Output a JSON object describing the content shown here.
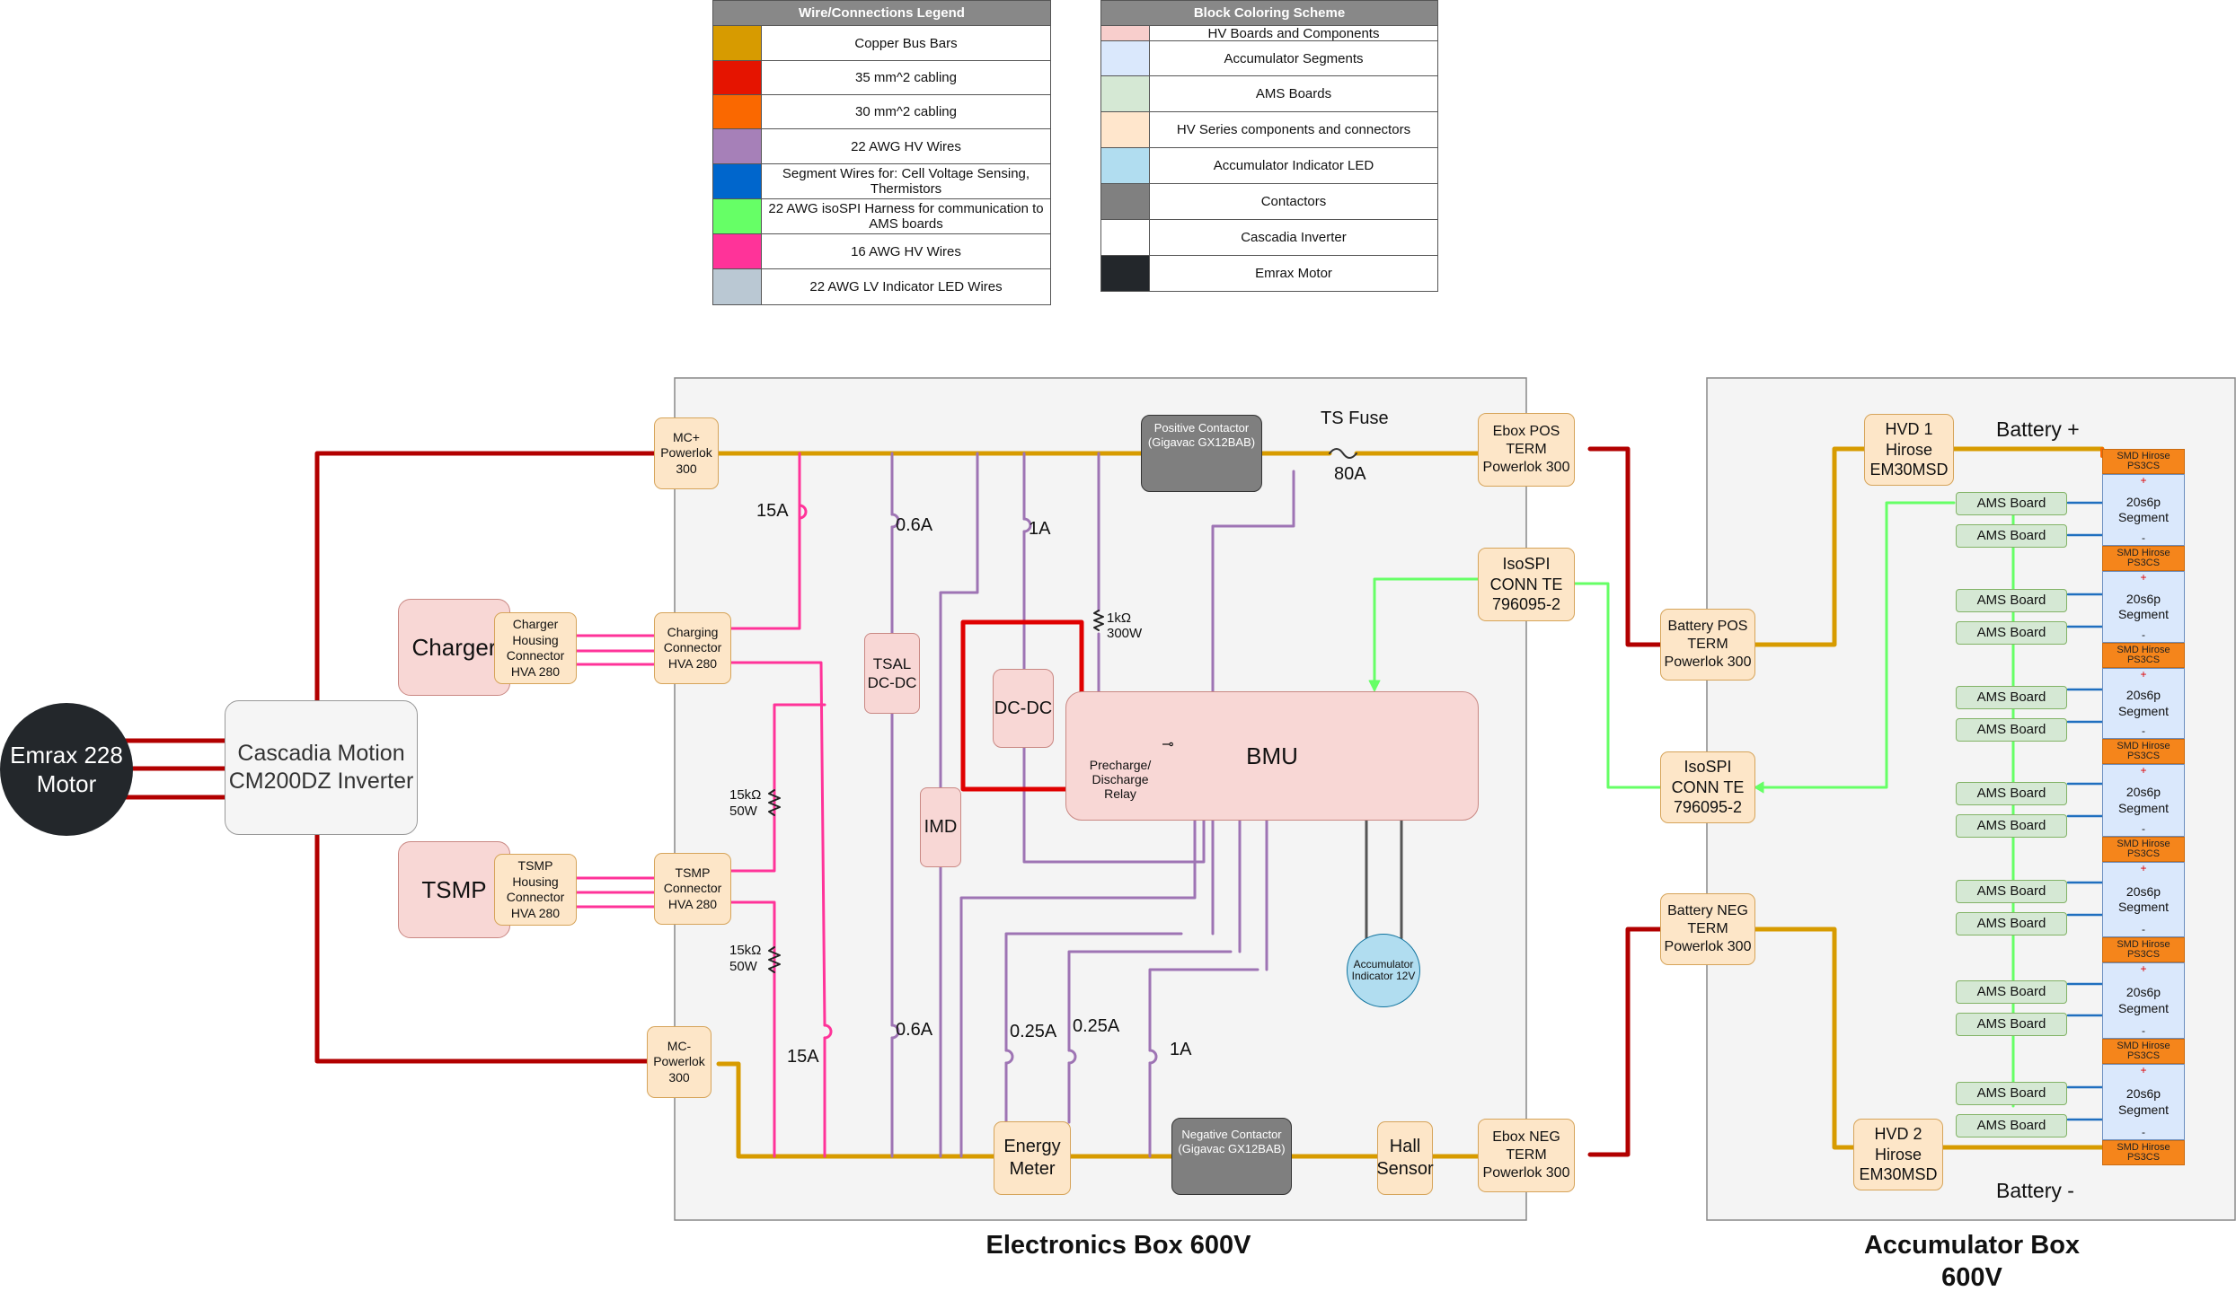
{
  "wire_legend": {
    "title": "Wire/Connections Legend",
    "items": [
      {
        "color": "#d79b00",
        "label": "Copper Bus Bars"
      },
      {
        "color": "#e51400",
        "label": "35 mm^2 cabling"
      },
      {
        "color": "#fa6800",
        "label": "30 mm^2 cabling"
      },
      {
        "color": "#a680b8",
        "label": "22 AWG HV Wires"
      },
      {
        "color": "#0066cc",
        "label": "Segment Wires for: Cell Voltage Sensing, Thermistors"
      },
      {
        "color": "#66ff66",
        "label": "22 AWG isoSPI Harness for communication to AMS boards"
      },
      {
        "color": "#ff3399",
        "label": "16 AWG HV Wires"
      },
      {
        "color": "#bac8d3",
        "label": "22 AWG LV Indicator LED Wires"
      }
    ]
  },
  "block_legend": {
    "title": "Block Coloring Scheme",
    "items": [
      {
        "color": "#f8cecc",
        "label": "HV Boards and Components"
      },
      {
        "color": "#dae8fc",
        "label": "Accumulator Segments"
      },
      {
        "color": "#d5e8d4",
        "label": "AMS Boards"
      },
      {
        "color": "#ffe6cc",
        "label": "HV Series components and connectors"
      },
      {
        "color": "#b1ddf0",
        "label": "Accumulator Indicator LED"
      },
      {
        "color": "#808080",
        "label": "Contactors"
      },
      {
        "color": "#ffffff",
        "label": "Cascadia Inverter"
      },
      {
        "color": "#23272b",
        "label": "Emrax Motor"
      }
    ]
  },
  "motor": {
    "label": "Emrax 228 Motor"
  },
  "inverter": {
    "label": "Cascadia Motion CM200DZ Inverter"
  },
  "charger": {
    "label": "Charger",
    "housing": "Charger Housing Connector HVA 280"
  },
  "tsmp": {
    "label": "TSMP",
    "housing": "TSMP Housing Connector HVA 280"
  },
  "ebox": {
    "title": "Electronics Box 600V",
    "mc_pos": "MC+ Powerlok 300",
    "mc_neg": "MC- Powerlok 300",
    "charging_connector": "Charging Connector HVA 280",
    "tsmp_connector": "TSMP Connector HVA 280",
    "positive_contactor": "Positive Contactor (Gigavac GX12BAB)",
    "negative_contactor": "Negative Contactor (Gigavac GX12BAB)",
    "ts_fuse": "TS Fuse",
    "ts_fuse_rating": "80A",
    "ebox_pos": "Ebox POS TERM Powerlok 300",
    "ebox_neg": "Ebox NEG TERM Powerlok 300",
    "isospi": "IsoSPI CONN TE 796095-2",
    "tsal": "TSAL DC-DC",
    "dcdc": "DC-DC",
    "imd": "IMD",
    "bmu": "BMU",
    "precharge": "Precharge/ Discharge Relay",
    "energy_meter": "Energy Meter",
    "hall_sensor": "Hall Sensor",
    "indicator": "Accumulator Indicator 12V",
    "resistor_top": "1kΩ 300W",
    "resistor_mid": "15kΩ 50W",
    "resistor_low": "15kΩ 50W",
    "fuses_top": [
      "15A",
      "0.6A",
      "1A"
    ],
    "fuses_bottom": [
      "15A",
      "0.6A",
      "0.25A",
      "0.25A",
      "1A"
    ]
  },
  "acc": {
    "title": "Accumulator Box 600V",
    "battery_pos_term": "Battery POS TERM Powerlok 300",
    "battery_neg_term": "Battery NEG TERM Powerlok 300",
    "isospi": "IsoSPI CONN TE 796095-2",
    "hvd1": "HVD 1 Hirose EM30MSD",
    "hvd2": "HVD 2 Hirose EM30MSD",
    "battery_plus": "Battery +",
    "battery_minus": "Battery -",
    "smd_label": "SMD Hirose PS3CS",
    "segment_label": "20s6p Segment",
    "ams_label": "AMS Board",
    "plus_sign": "+",
    "minus_sign": "-"
  }
}
